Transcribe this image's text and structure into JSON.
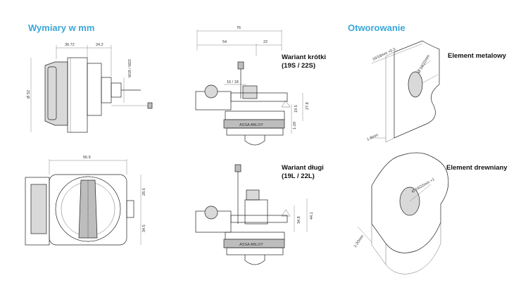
{
  "headings": {
    "dimensions": "Wymiary w mm",
    "openings": "Otworowanie"
  },
  "variants": {
    "short_title": "Wariant krótki",
    "short_codes": "(19S / 22S)",
    "long_title": "Wariant długi",
    "long_codes": "(19L / 22L)"
  },
  "elements": {
    "metal": "Element metalowy",
    "wood": "Element drewniany"
  },
  "dims": {
    "d3072": "30.72",
    "d242": "24.2",
    "d52": "Ø 52",
    "m19": "M19 / M22",
    "d569": "56.9",
    "d285": "28.5",
    "d345": "34.5",
    "d76": "76",
    "d54": "54",
    "d22": "22",
    "d1618": "16 / 18",
    "d278": "27.8",
    "d195": "19.5",
    "d120": "1-20",
    "d441": "44.1",
    "d348": "34.8",
    "hole_metal": "16/18mm +0.3",
    "d_metal": "Ø 19/22mm",
    "t_metal": "1-8mm",
    "hole_wood": "Ø 19/22mm +1",
    "t_wood": "1-20mm"
  },
  "brand": "ASSA ABLOY"
}
